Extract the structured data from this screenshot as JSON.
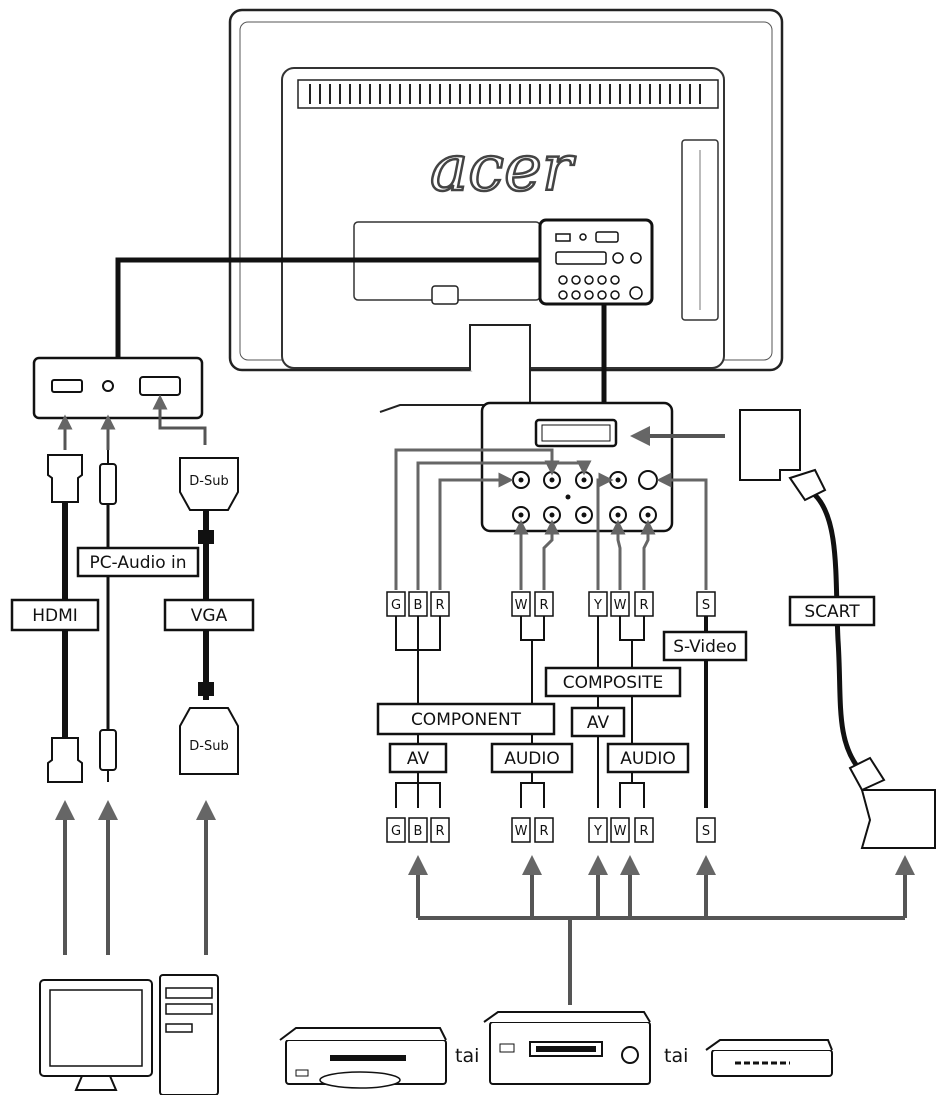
{
  "monitor": {
    "brand": "acer"
  },
  "cables": {
    "hdmi": "HDMI",
    "pc_audio": "PC-Audio in",
    "vga": "VGA",
    "dsub_top": "D-Sub",
    "dsub_bottom": "D-Sub",
    "svideo": "S-Video",
    "scart": "SCART"
  },
  "groups": {
    "component": "COMPONENT",
    "composite": "COMPOSITE",
    "av_component": "AV",
    "av_composite": "AV",
    "audio_component": "AUDIO",
    "audio_composite": "AUDIO"
  },
  "plug_letters": {
    "comp_top": [
      "G",
      "B",
      "R"
    ],
    "audio1_top": [
      "W",
      "R"
    ],
    "comp2_top": [
      "Y",
      "W",
      "R"
    ],
    "svideo_top": [
      "S"
    ],
    "comp_bot": [
      "G",
      "B",
      "R"
    ],
    "audio1_bot": [
      "W",
      "R"
    ],
    "comp2_bot": [
      "Y",
      "W",
      "R"
    ],
    "svideo_bot": [
      "S"
    ]
  },
  "separators": [
    "tai",
    "tai"
  ]
}
